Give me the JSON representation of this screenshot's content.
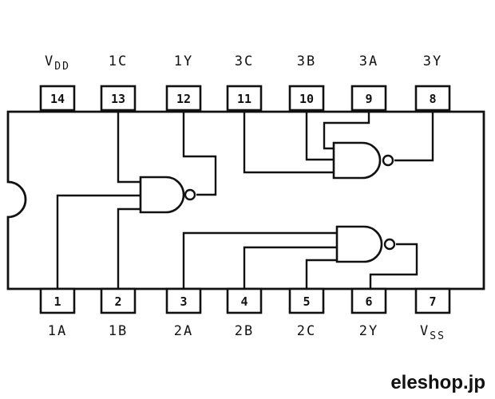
{
  "top_pins": [
    {
      "number": "14",
      "label": "V",
      "label_sub": "DD"
    },
    {
      "number": "13",
      "label": "1C",
      "label_sub": ""
    },
    {
      "number": "12",
      "label": "1Y",
      "label_sub": ""
    },
    {
      "number": "11",
      "label": "3C",
      "label_sub": ""
    },
    {
      "number": "10",
      "label": "3B",
      "label_sub": ""
    },
    {
      "number": "9",
      "label": "3A",
      "label_sub": ""
    },
    {
      "number": "8",
      "label": "3Y",
      "label_sub": ""
    }
  ],
  "bottom_pins": [
    {
      "number": "1",
      "label": "1A",
      "label_sub": ""
    },
    {
      "number": "2",
      "label": "1B",
      "label_sub": ""
    },
    {
      "number": "3",
      "label": "2A",
      "label_sub": ""
    },
    {
      "number": "4",
      "label": "2B",
      "label_sub": ""
    },
    {
      "number": "5",
      "label": "2C",
      "label_sub": ""
    },
    {
      "number": "6",
      "label": "2Y",
      "label_sub": ""
    },
    {
      "number": "7",
      "label": "V",
      "label_sub": "SS"
    }
  ],
  "watermark": "eleshop.jp"
}
